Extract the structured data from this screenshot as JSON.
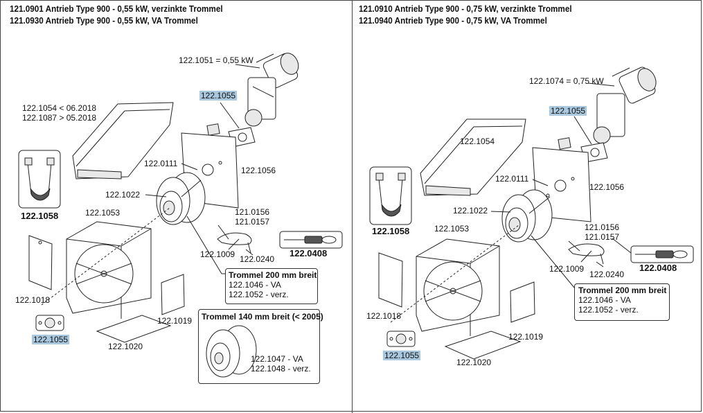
{
  "left": {
    "header_line1": "121.0901 Antrieb Type 900 - 0,55 kW, verzinkte Trommel",
    "header_line2": "121.0930 Antrieb Type 900 - 0,55 kW, VA Trommel",
    "motor_label": "122.1051 = 0,55 kW",
    "flange_label": "122.1055",
    "cover_label_1": "122.1054 < 06.2018",
    "cover_label_2": "122.1087 > 05.2018",
    "clamp_label": "122.1058",
    "screw_label": "122.0111",
    "plate_label": "122.1056",
    "pin_label": "122.1022",
    "frame_label": "122.1053",
    "cable_label_1": "121.0156",
    "cable_label_2": "121.0157",
    "rope_label": "122.0408",
    "shackle_label": "122.1009",
    "hook_label": "122.0240",
    "side_plate_label": "122.1018",
    "side_plate2_label": "122.1019",
    "bottom_plate_label": "122.1020",
    "bearing_label": "122.1055",
    "drum200": {
      "title": "Trommel 200 mm breit",
      "line1": "122.1046 - VA",
      "line2": "122.1052 - verz."
    },
    "drum140": {
      "title": "Trommel 140 mm breit (< 2005)",
      "line1": "122.1047 - VA",
      "line2": "122.1048 - verz."
    }
  },
  "right": {
    "header_line1": "121.0910 Antrieb Type 900 - 0,75 kW, verzinkte Trommel",
    "header_line2": "121.0940 Antrieb Type 900 - 0,75 kW, VA Trommel",
    "motor_label": "122.1074 = 0,75 kW",
    "flange_label": "122.1055",
    "cover_label": "122.1054",
    "clamp_label": "122.1058",
    "screw_label": "122.0111",
    "plate_label": "122.1056",
    "pin_label": "122.1022",
    "frame_label": "122.1053",
    "cable_label_1": "121.0156",
    "cable_label_2": "121.0157",
    "rope_label": "122.0408",
    "shackle_label": "122.1009",
    "hook_label": "122.0240",
    "side_plate_label": "122.1018",
    "side_plate2_label": "122.1019",
    "bottom_plate_label": "122.1020",
    "bearing_label": "122.1055",
    "drum200": {
      "title": "Trommel 200 mm breit",
      "line1": "122.1046 - VA",
      "line2": "122.1052 - verz."
    }
  },
  "colors": {
    "highlight": "#a9c8df",
    "line": "#222222"
  }
}
